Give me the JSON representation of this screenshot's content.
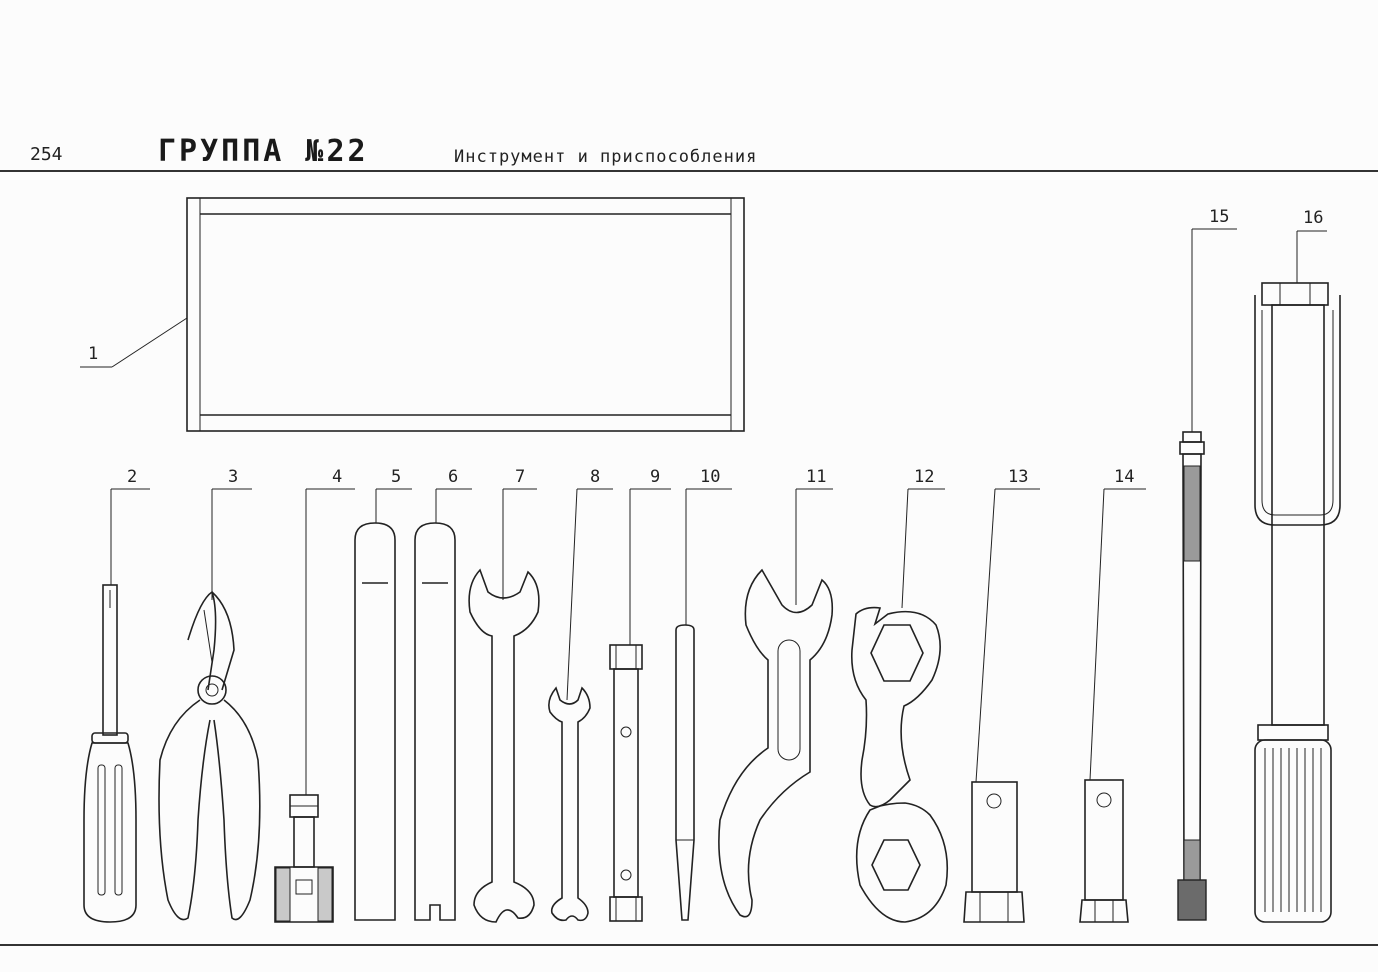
{
  "header": {
    "page_number": "254",
    "group_title": "ГРУППА №22",
    "group_subtitle": "Инструмент и приспособления"
  },
  "callouts": {
    "c1": "1",
    "c2": "2",
    "c3": "3",
    "c4": "4",
    "c5": "5",
    "c6": "6",
    "c7": "7",
    "c8": "8",
    "c9": "9",
    "c10": "10",
    "c11": "11",
    "c12": "12",
    "c13": "13",
    "c14": "14",
    "c15": "15",
    "c16": "16"
  }
}
